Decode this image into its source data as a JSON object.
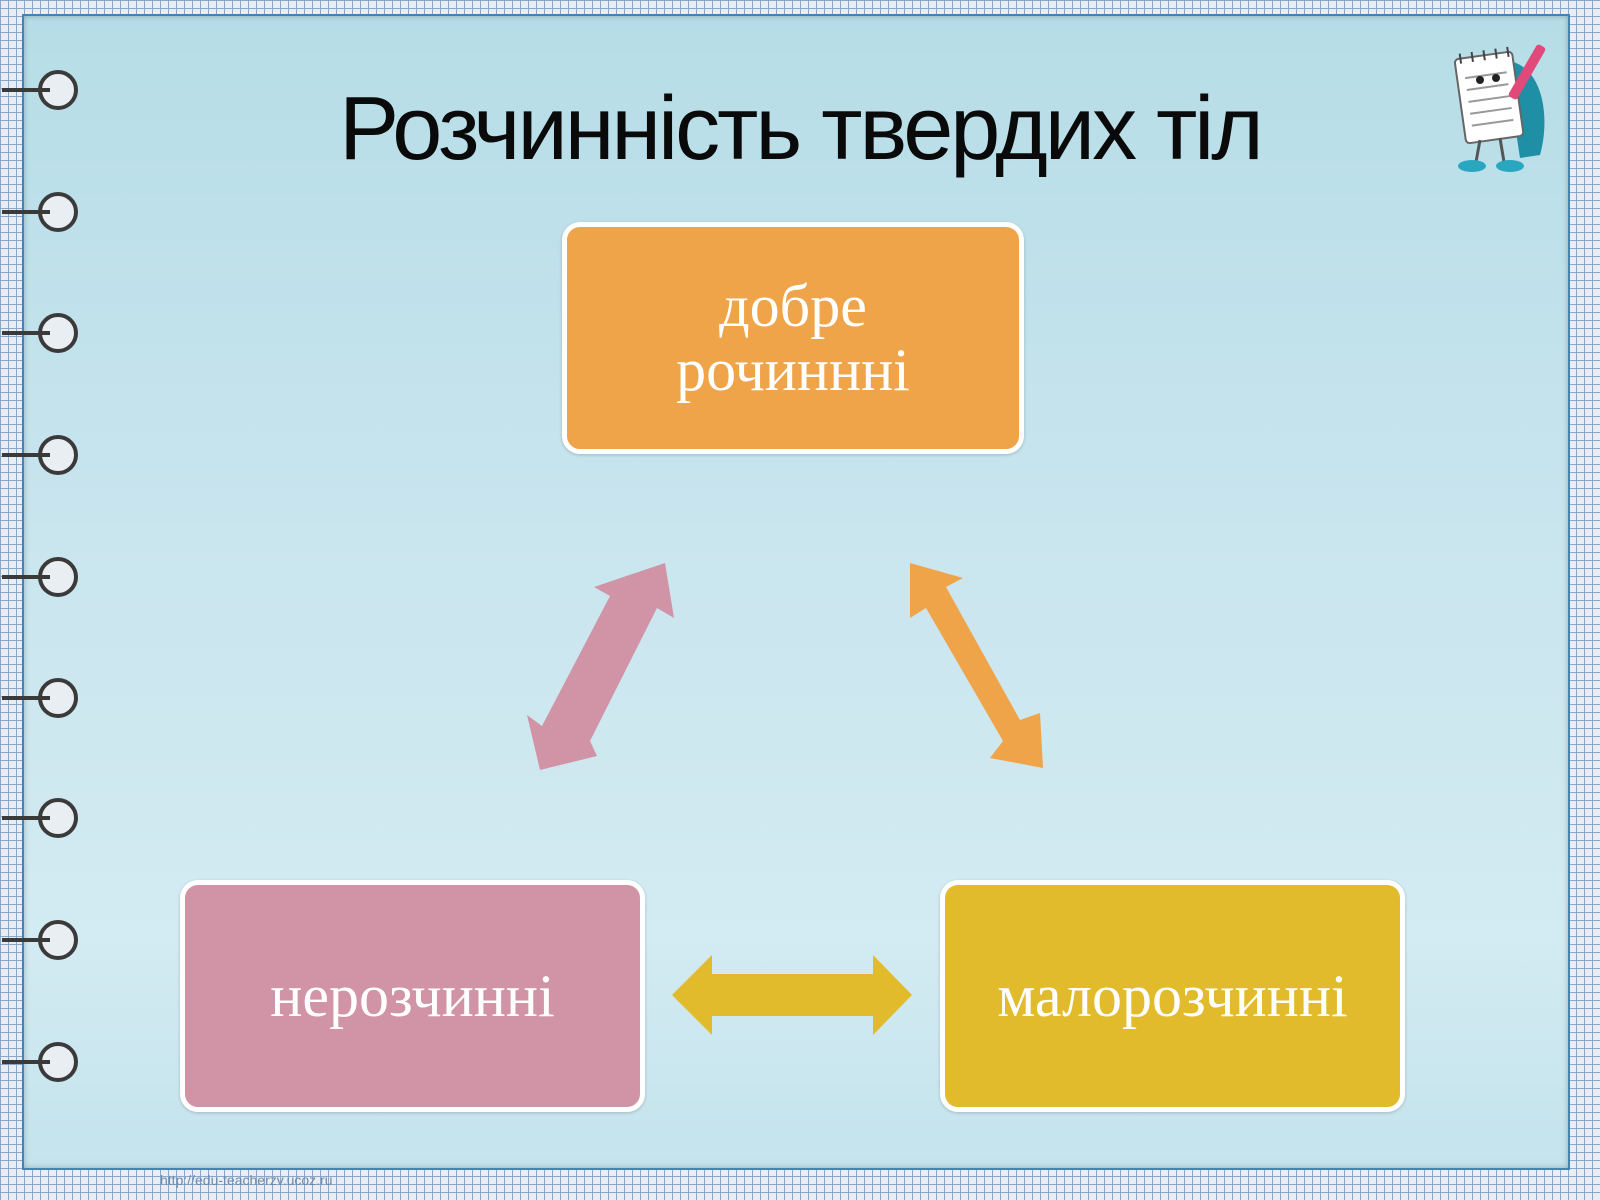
{
  "title": "Розчинність твердих тіл",
  "nodes": {
    "top": {
      "label": "добре\nрочиннні",
      "color": "#f0a449"
    },
    "left": {
      "label": "нерозчинні",
      "color": "#d193a6"
    },
    "right": {
      "label": "малорозчинні",
      "color": "#e2bb2c"
    }
  },
  "arrows": {
    "left_top": {
      "color": "#d193a6"
    },
    "top_right": {
      "color": "#f0a449"
    },
    "left_right": {
      "color": "#e2bb2c"
    }
  },
  "mascot_icon": "notepad-mascot-icon",
  "watermark": "http://edu-teacherzv.ucoz.ru"
}
